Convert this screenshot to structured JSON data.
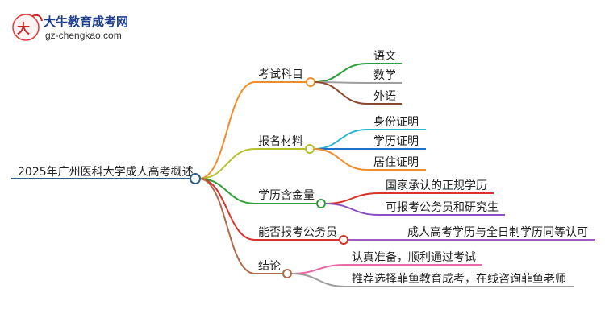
{
  "logo": {
    "site_name": "大牛教育成考网",
    "site_url": "gz-chengkao.com"
  },
  "root": {
    "label": "2025年广州医科大学成人高考概述",
    "color": "#2c5f8a"
  },
  "branches": [
    {
      "label": "考试科目",
      "color": "#f08c2a",
      "children": [
        {
          "label": "语文",
          "color": "#2e9e3a"
        },
        {
          "label": "数学",
          "color": "#9e9e9e"
        },
        {
          "label": "外语",
          "color": "#8b4a2e"
        }
      ]
    },
    {
      "label": "报名材料",
      "color": "#b5c12a",
      "children": [
        {
          "label": "身份证明",
          "color": "#28b6d0"
        },
        {
          "label": "学历证明",
          "color": "#1e6fc9"
        },
        {
          "label": "居住证明",
          "color": "#f08c2a"
        }
      ]
    },
    {
      "label": "学历含金量",
      "color": "#2e9e3a",
      "children": [
        {
          "label": "国家承认的正规学历",
          "color": "#d9322a"
        },
        {
          "label": "可报考公务员和研究生",
          "color": "#8a4fc2"
        }
      ]
    },
    {
      "label": "能否报考公务员",
      "color": "#d9322a",
      "children": [
        {
          "label": "成人高考学历与全日制学历同等认可",
          "color": "#9b59c9"
        }
      ]
    },
    {
      "label": "结论",
      "color": "#b06a4a",
      "children": [
        {
          "label": "认真准备，顺利通过考试",
          "color": "#e86aa8"
        },
        {
          "label": "推荐选择菲鱼教育成考，在线咨询菲鱼老师",
          "color": "#9e9e9e"
        }
      ]
    }
  ]
}
